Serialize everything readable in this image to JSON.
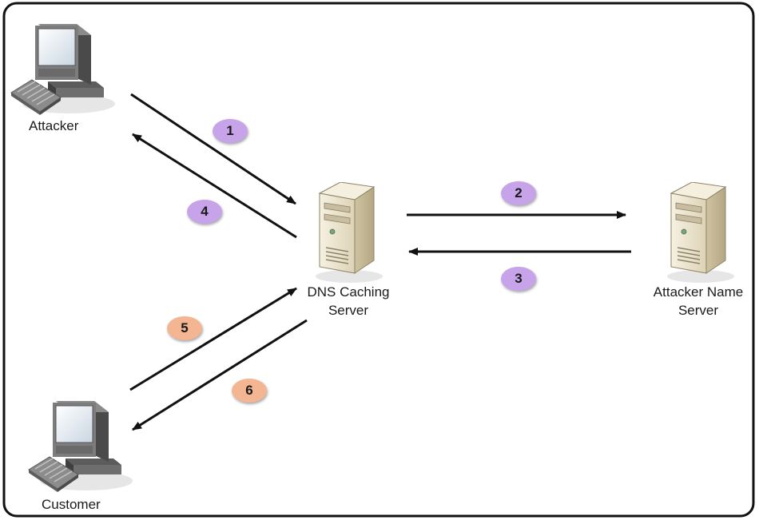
{
  "nodes": {
    "attacker": {
      "label": "Attacker"
    },
    "dns_server": {
      "label_lines": [
        "DNS Caching",
        "Server"
      ]
    },
    "attacker_ns": {
      "label_lines": [
        "Attacker Name",
        "Server"
      ]
    },
    "customer": {
      "label": "Customer"
    }
  },
  "steps": [
    {
      "number": "1",
      "color": "#c7a3ea"
    },
    {
      "number": "2",
      "color": "#c7a3ea"
    },
    {
      "number": "3",
      "color": "#c7a3ea"
    },
    {
      "number": "4",
      "color": "#c7a3ea"
    },
    {
      "number": "5",
      "color": "#f3b592"
    },
    {
      "number": "6",
      "color": "#f3b592"
    }
  ],
  "icons": {
    "workstation": "desktop-computer-icon",
    "server": "tower-server-icon"
  }
}
